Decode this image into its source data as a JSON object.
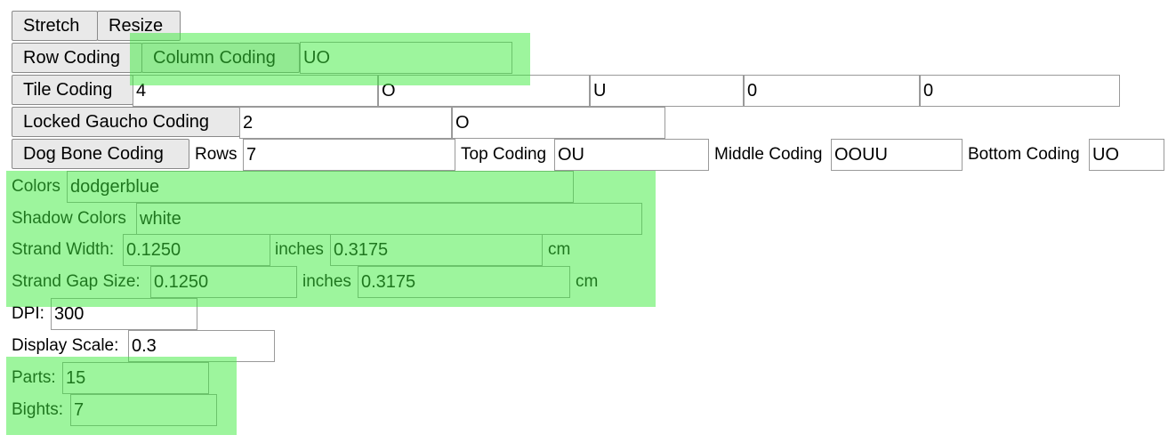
{
  "toolbar": {
    "stretch_label": "Stretch",
    "resize_label": "Resize"
  },
  "row_coding": {
    "label": "Row Coding"
  },
  "column_coding": {
    "label": "Column Coding",
    "value": "UO"
  },
  "tile_coding": {
    "label": "Tile Coding",
    "values": [
      "4",
      "O",
      "U",
      "0",
      "0"
    ]
  },
  "locked_gaucho_coding": {
    "label": "Locked Gaucho Coding",
    "values": [
      "2",
      "O"
    ]
  },
  "dog_bone_coding": {
    "label": "Dog Bone Coding",
    "rows_label": "Rows",
    "rows_value": "7",
    "top_label": "Top Coding",
    "top_value": "OU",
    "middle_label": "Middle Coding",
    "middle_value": "OOUU",
    "bottom_label": "Bottom Coding",
    "bottom_value": "UO"
  },
  "colors": {
    "label": "Colors",
    "value": "dodgerblue"
  },
  "shadow_colors": {
    "label": "Shadow Colors",
    "value": "white"
  },
  "strand_width": {
    "label": "Strand Width:",
    "inches_value": "0.1250",
    "inches_unit": "inches",
    "cm_value": "0.3175",
    "cm_unit": "cm"
  },
  "strand_gap": {
    "label": "Strand Gap Size:",
    "inches_value": "0.1250",
    "inches_unit": "inches",
    "cm_value": "0.3175",
    "cm_unit": "cm"
  },
  "dpi": {
    "label": "DPI:",
    "value": "300"
  },
  "display_scale": {
    "label": "Display Scale:",
    "value": "0.3"
  },
  "parts": {
    "label": "Parts:",
    "value": "15"
  },
  "bights": {
    "label": "Bights:",
    "value": "7"
  },
  "highlight_color": "#3ceb3c"
}
